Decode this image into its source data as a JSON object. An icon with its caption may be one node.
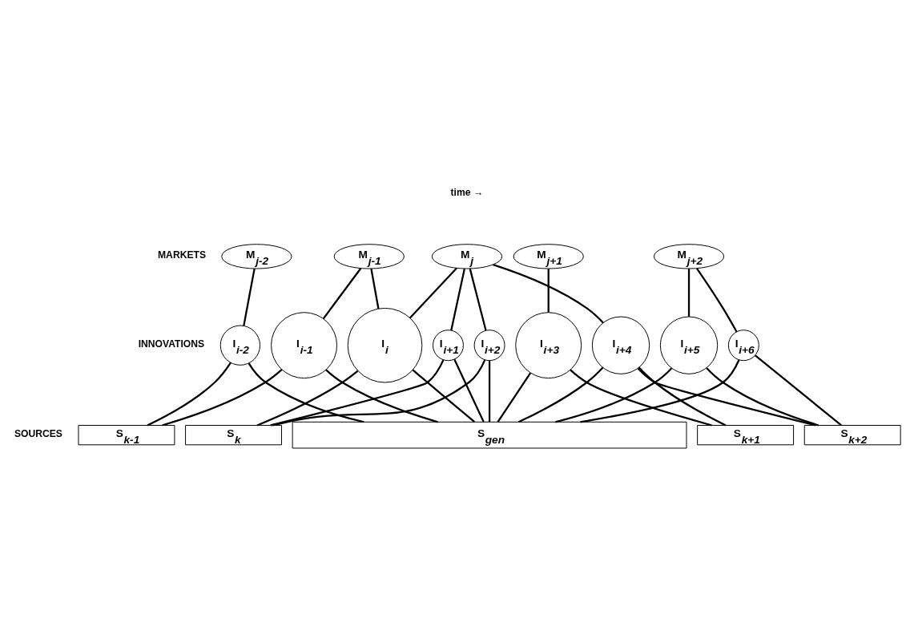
{
  "diagram": {
    "nodes": [
      {
        "text": [
          "M$_{j-2}$"
        ]
      },
      {
        "text": [
          "M$_{j-1}$"
        ]
      },
      {
        "text": [
          "M$_{j}$"
        ]
      },
      {
        "text": [
          "M$_{j+1}$"
        ]
      },
      {
        "text": [
          "M$_{j+2}$"
        ]
      },
      {
        "text": [
          "I$_{i-2}$"
        ]
      },
      {
        "text": [
          "I$_{i-1}$"
        ]
      },
      {
        "text": [
          "I$_{i}$"
        ]
      },
      {
        "text": [
          "I$_{i+1}$"
        ]
      },
      {
        "text": [
          "I$_{i+2}$"
        ]
      },
      {
        "text": [
          "I$_{i+3}$"
        ]
      },
      {
        "text": [
          "I$_{i+4}$"
        ]
      },
      {
        "text": [
          "I$_{i+5}$"
        ]
      },
      {
        "text": [
          "I$_{i+6}$"
        ]
      },
      {
        "text": [
          "S$_{k-1}$"
        ]
      },
      {
        "text": [
          "S$_{k}$"
        ]
      },
      {
        "text": [
          "S$_{k+1}$"
        ]
      },
      {
        "text": [
          "S$_{k+2}$"
        ]
      },
      {
        "text": [
          "S$_{gen}$"
        ]
      }
    ],
    "edges": [
      {
        "from": 0,
        "to": 5,
        "arrow": "none"
      },
      {
        "from": 1,
        "to": 6,
        "arrow": "none"
      },
      {
        "from": 1,
        "to": 7,
        "arrow": "none"
      },
      {
        "from": 2,
        "to": 7,
        "arrow": "none"
      },
      {
        "from": 2,
        "to": 8,
        "arrow": "none"
      },
      {
        "from": 2,
        "to": 9,
        "arrow": "none"
      },
      {
        "from": 3,
        "to": 10,
        "arrow": "none"
      },
      {
        "from": 2,
        "to": 11,
        "arrow": "none"
      },
      {
        "from": 4,
        "to": 12,
        "arrow": "none"
      },
      {
        "from": 4,
        "to": 13,
        "arrow": "none"
      },
      {
        "from": 5,
        "to": 14,
        "arrow": "none"
      },
      {
        "from": 6,
        "to": 14,
        "arrow": "none"
      },
      {
        "from": 7,
        "to": 15,
        "arrow": "none"
      },
      {
        "from": 8,
        "to": 15,
        "arrow": "none"
      },
      {
        "from": 9,
        "to": 15,
        "arrow": "none"
      },
      {
        "from": 10,
        "to": 16,
        "arrow": "none"
      },
      {
        "from": 11,
        "to": 16,
        "arrow": "none"
      },
      {
        "from": 11,
        "to": 17,
        "arrow": "none"
      },
      {
        "from": 12,
        "to": 17,
        "arrow": "none"
      },
      {
        "from": 13,
        "to": 17,
        "arrow": "none"
      },
      {
        "from": 5,
        "to": 18,
        "arrow": "none"
      },
      {
        "from": 6,
        "to": 18,
        "arrow": "none"
      },
      {
        "from": 7,
        "to": 18,
        "arrow": "none"
      },
      {
        "from": 8,
        "to": 18,
        "arrow": "none"
      },
      {
        "from": 9,
        "to": 18,
        "arrow": "none"
      },
      {
        "from": 10,
        "to": 18,
        "arrow": "none"
      },
      {
        "from": 11,
        "to": 18,
        "arrow": "none"
      },
      {
        "from": 12,
        "to": 18,
        "arrow": "none"
      },
      {
        "from": 13,
        "to": 18,
        "arrow": "none"
      }
    ],
    "labels": [
      "MARKETS",
      "time →",
      "INNOVATIONS",
      "SOURCES"
    ]
  }
}
